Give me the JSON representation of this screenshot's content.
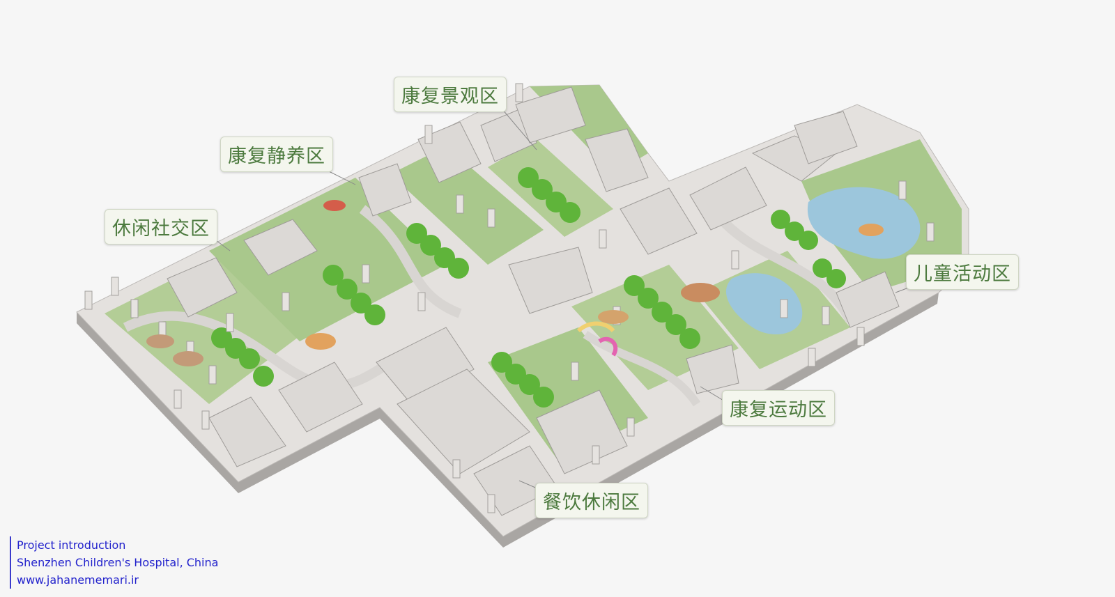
{
  "zones": [
    {
      "id": "recovery-landscape",
      "label": "康复景观区"
    },
    {
      "id": "recovery-quiet",
      "label": "康复静养区"
    },
    {
      "id": "leisure-social",
      "label": "休闲社交区"
    },
    {
      "id": "children-activity",
      "label": "儿童活动区"
    },
    {
      "id": "recovery-exercise",
      "label": "康复运动区"
    },
    {
      "id": "dining-leisure",
      "label": "餐饮休闲区"
    }
  ],
  "caption": {
    "line1": "Project introduction",
    "line2": "Shenzhen Children's Hospital, China",
    "line3": "www.jahanememari.ir"
  },
  "colors": {
    "lawn": "#a9c88c",
    "lawn_light": "#c2d8a8",
    "slab": "#e4e1de",
    "slab_edge": "#a9a6a3",
    "path": "#d8d5d2",
    "tree": "#5fb43a",
    "water": "#9cc6dc",
    "label_text": "#4c7a3e",
    "caption_text": "#2222cc"
  }
}
